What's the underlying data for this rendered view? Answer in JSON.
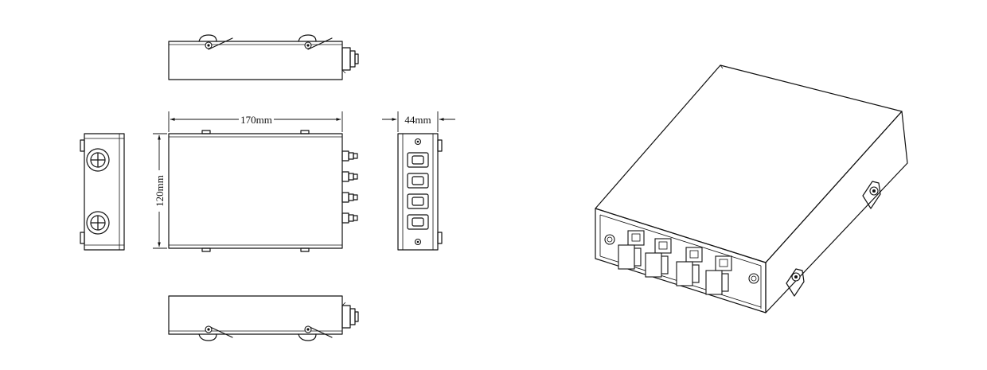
{
  "dimensions": {
    "length": "170mm",
    "width": "120mm",
    "height": "44mm"
  },
  "ports_per_panel": 4
}
